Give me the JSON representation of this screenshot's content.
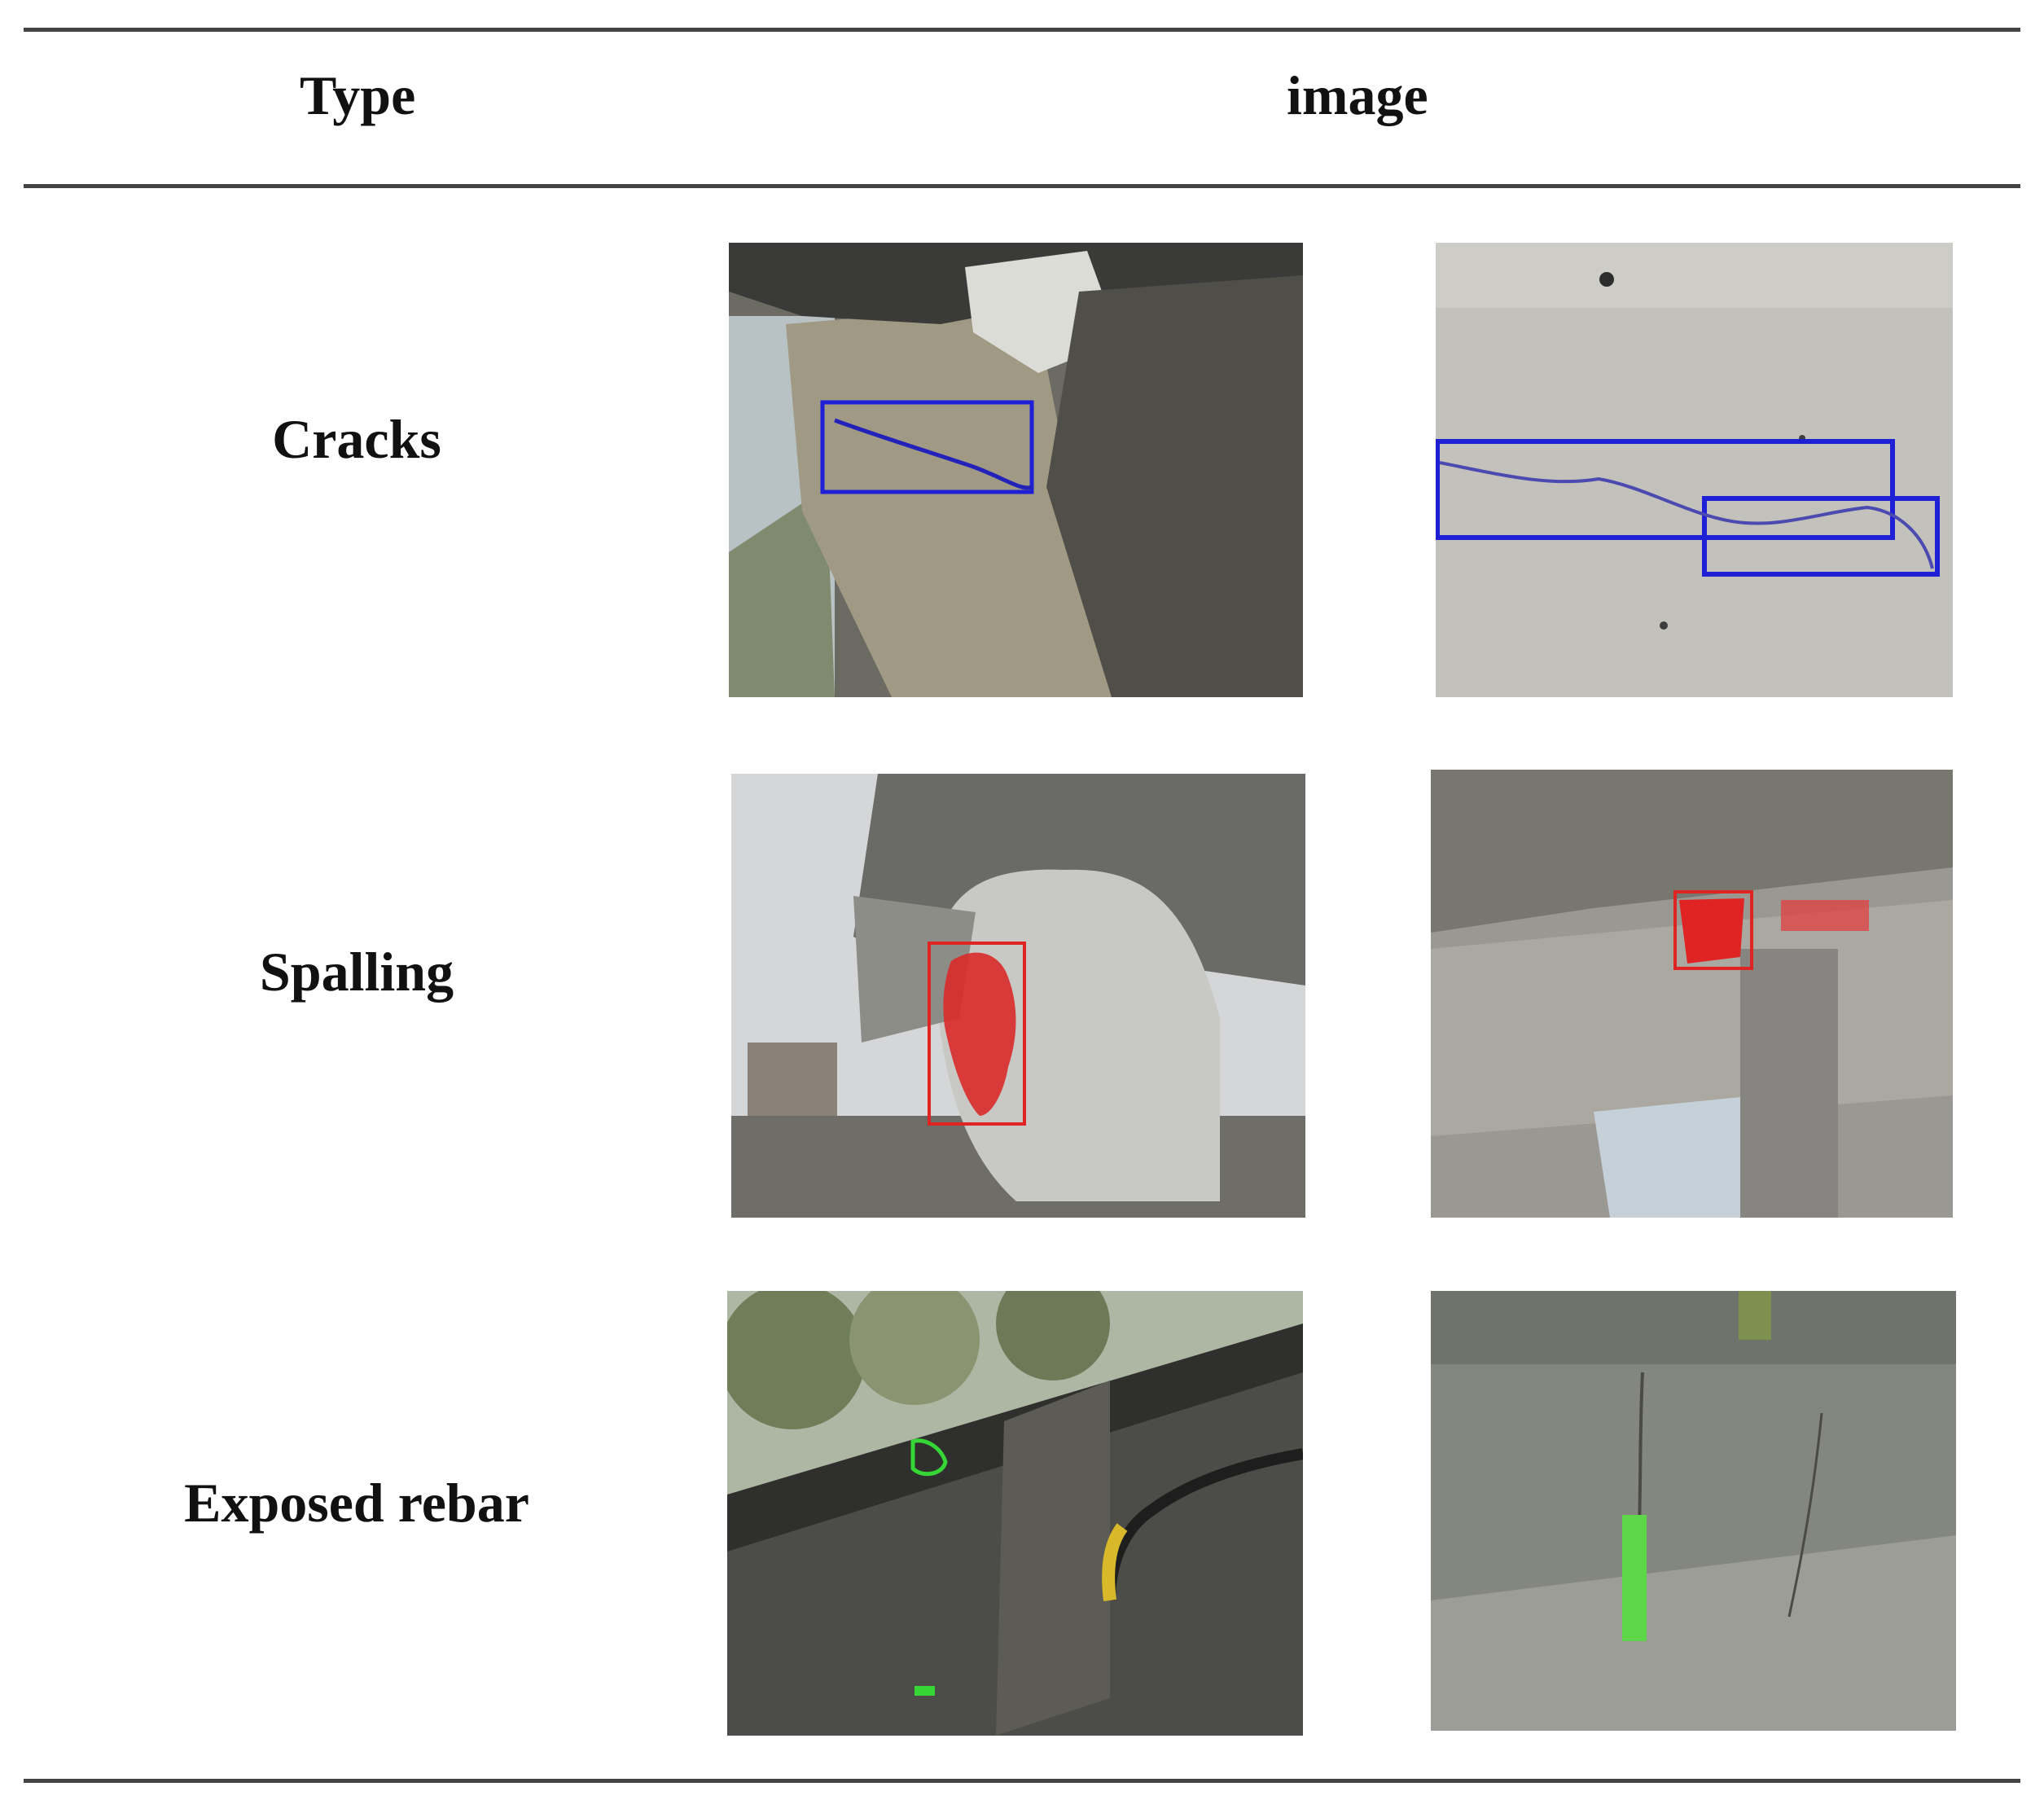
{
  "table": {
    "header": {
      "type": "Type",
      "image": "image"
    },
    "rows": [
      {
        "type": "Cracks",
        "annotation_color": "#1f1fd6"
      },
      {
        "type": "Spalling",
        "annotation_color": "#e02424"
      },
      {
        "type": "Exposed rebar",
        "annotation_color": "#36d636"
      }
    ]
  }
}
